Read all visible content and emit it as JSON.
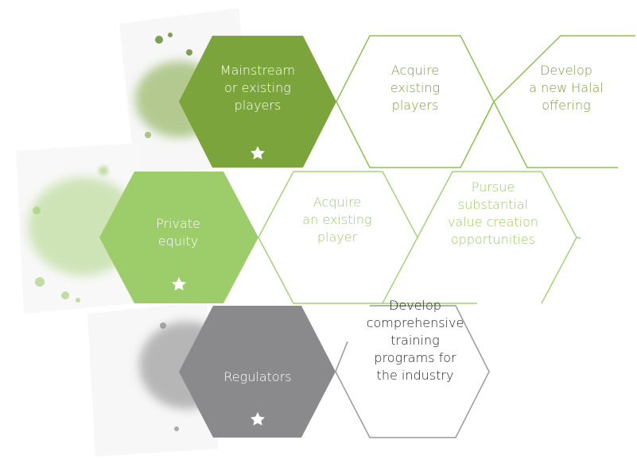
{
  "colors": {
    "row1": "#7ba53c",
    "row2": "#9dcc6b",
    "row3": "#8a8a8c",
    "row1_text": "#7a9e3a",
    "row2_text": "#9cc96b",
    "row3_text": "#222222",
    "row3_outline": "#999999"
  },
  "rows": [
    {
      "stakeholder": "Mainstream\nor existing\nplayers",
      "actions": [
        "Acquire\nexisting\nplayers",
        "Develop\na new Halal\noffering"
      ]
    },
    {
      "stakeholder": "Private\nequity",
      "actions": [
        "Acquire\nan existing\nplayer",
        "Pursue\nsubstantial\nvalue creation\nopportunities"
      ]
    },
    {
      "stakeholder": "Regulators",
      "actions": [
        "Develop\ncomprehensive\ntraining\nprograms for\nthe industry"
      ]
    }
  ],
  "icons": {
    "star": "star-icon",
    "splash": "watercolor-splash"
  }
}
